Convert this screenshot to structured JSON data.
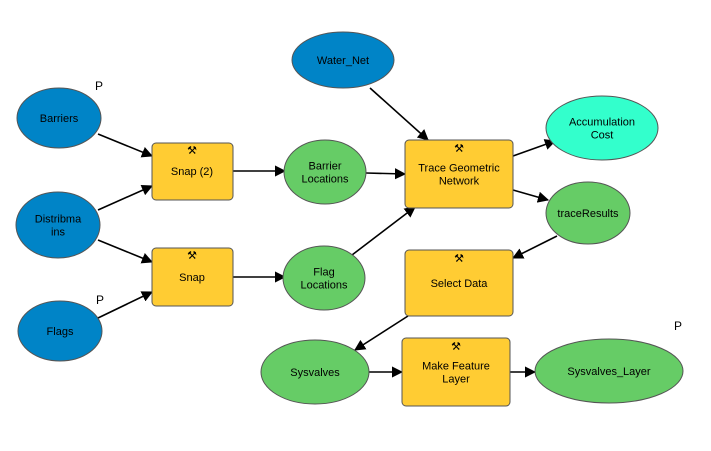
{
  "colors": {
    "input_data": "#0084C7",
    "derived_data": "#66CC66",
    "output_param": "#33FFCC",
    "tool": "#FFCC33",
    "border": "#555555",
    "connector": "#000000"
  },
  "param_marker": "P",
  "nodes": {
    "water_net": {
      "label": "Water_Net"
    },
    "barriers": {
      "label": "Barriers"
    },
    "distribmains": {
      "label": "Distribma\nins"
    },
    "flags": {
      "label": "Flags"
    },
    "snap2": {
      "label": "Snap (2)"
    },
    "snap": {
      "label": "Snap"
    },
    "barrier_locations": {
      "label": "Barrier\nLocations"
    },
    "flag_locations": {
      "label": "Flag\nLocations"
    },
    "trace_geometric_network": {
      "label": "Trace Geometric\nNetwork"
    },
    "accumulation_cost": {
      "label": "Accumulation\nCost"
    },
    "trace_results": {
      "label": "traceResults"
    },
    "select_data": {
      "label": "Select Data"
    },
    "sysvalves": {
      "label": "Sysvalves"
    },
    "make_feature_layer": {
      "label": "Make Feature\nLayer"
    },
    "sysvalves_layer": {
      "label": "Sysvalves_Layer"
    }
  }
}
